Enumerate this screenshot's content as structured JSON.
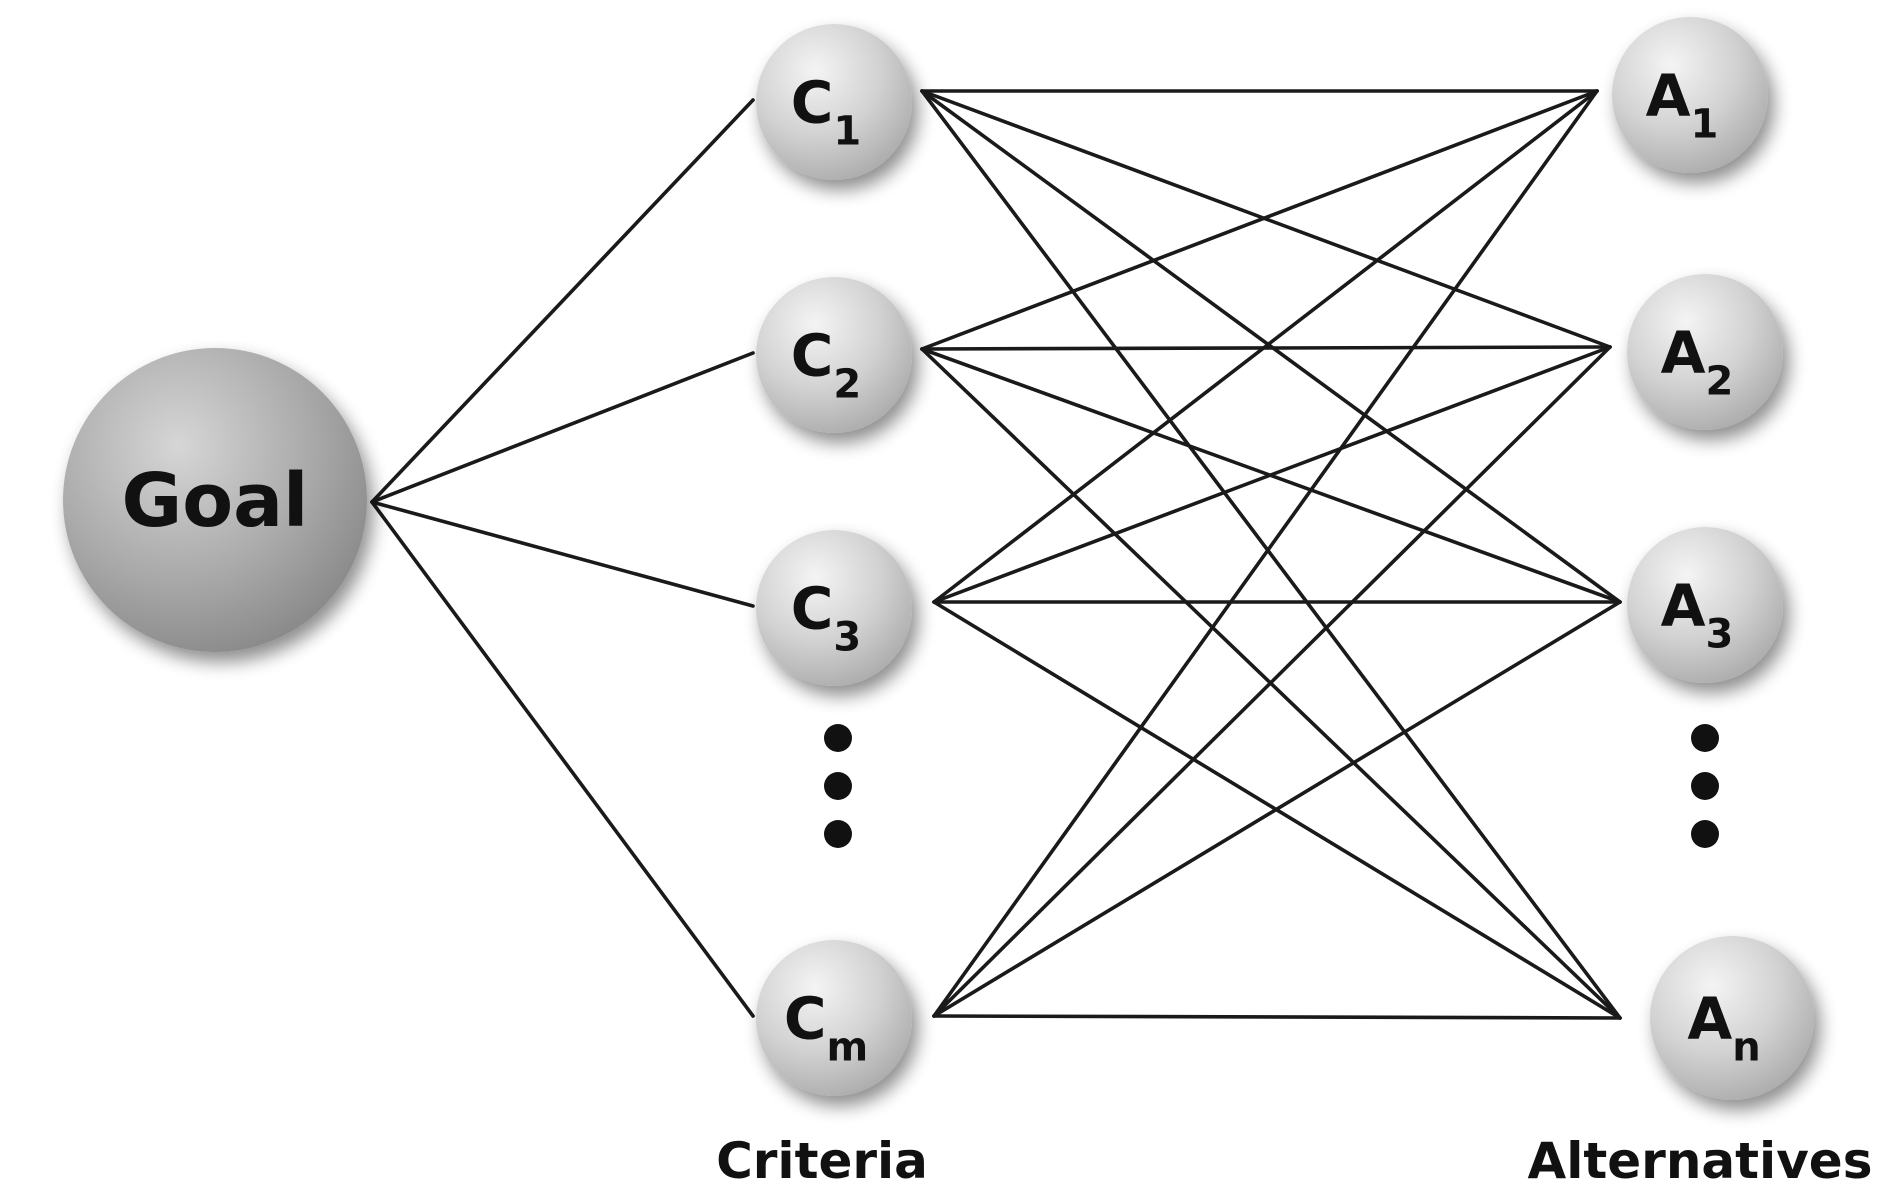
{
  "goal": {
    "label": "Goal"
  },
  "criteria": {
    "group_label": "Criteria",
    "nodes": [
      {
        "id": "c1",
        "base": "C",
        "sub": "1"
      },
      {
        "id": "c2",
        "base": "C",
        "sub": "2"
      },
      {
        "id": "c3",
        "base": "C",
        "sub": "3"
      },
      {
        "id": "cm",
        "base": "C",
        "sub": "m"
      }
    ]
  },
  "alternatives": {
    "group_label": "Alternatives",
    "nodes": [
      {
        "id": "a1",
        "base": "A",
        "sub": "1"
      },
      {
        "id": "a2",
        "base": "A",
        "sub": "2"
      },
      {
        "id": "a3",
        "base": "A",
        "sub": "3"
      },
      {
        "id": "an",
        "base": "A",
        "sub": "n"
      }
    ]
  },
  "colors": {
    "goal_fill_light": "#c9c9c9",
    "goal_fill_dark": "#8e8e8e",
    "node_fill_light": "#f0f0f0",
    "node_fill_dark": "#b4b4b4",
    "edge": "#1a1a1a",
    "text": "#111111"
  }
}
